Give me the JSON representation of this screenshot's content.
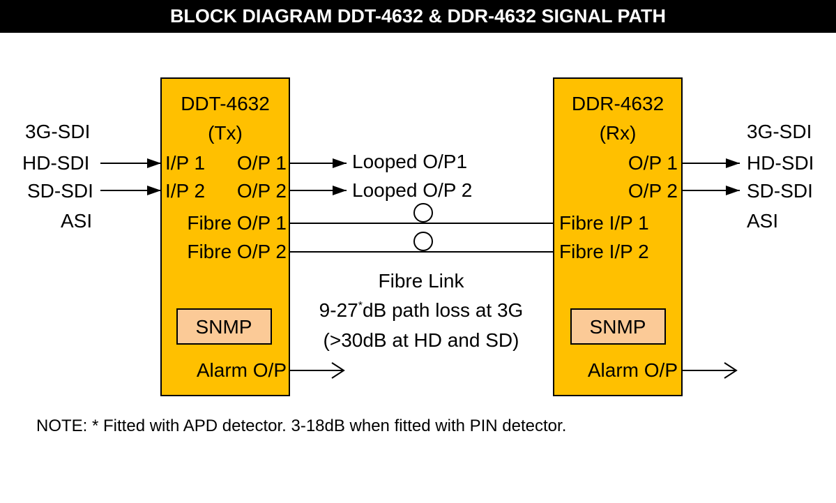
{
  "title": "BLOCK DIAGRAM DDT-4632 & DDR-4632 SIGNAL PATH",
  "colors": {
    "block_fill": "#FFC000",
    "snmp_fill": "#FBCA97",
    "stroke": "#000000",
    "title_bg": "#000000",
    "title_text": "#FFFFFF"
  },
  "inputs_left": [
    "3G-SDI",
    "HD-SDI",
    "SD-SDI",
    "ASI"
  ],
  "tx": {
    "name": "DDT-4632",
    "sub": "(Tx)",
    "ip1": "I/P 1",
    "ip2": "I/P 2",
    "op1": "O/P 1",
    "op2": "O/P 2",
    "fibre1": "Fibre O/P 1",
    "fibre2": "Fibre O/P 2",
    "snmp": "SNMP",
    "alarm": "Alarm O/P"
  },
  "looped1": "Looped O/P1",
  "looped2": "Looped O/P 2",
  "fibre_link": {
    "line1": "Fibre Link",
    "line2_pre": "9-27",
    "line2_sup": "*",
    "line2_post": "dB path loss at 3G",
    "line3": "(>30dB at HD and SD)"
  },
  "rx": {
    "name": "DDR-4632",
    "sub": "(Rx)",
    "op1": "O/P 1",
    "op2": "O/P 2",
    "fibre1": "Fibre I/P 1",
    "fibre2": "Fibre I/P 2",
    "snmp": "SNMP",
    "alarm": "Alarm O/P"
  },
  "outputs_right": [
    "3G-SDI",
    "HD-SDI",
    "SD-SDI",
    "ASI"
  ],
  "note": "NOTE: * Fitted with APD detector. 3-18dB when fitted with PIN detector."
}
